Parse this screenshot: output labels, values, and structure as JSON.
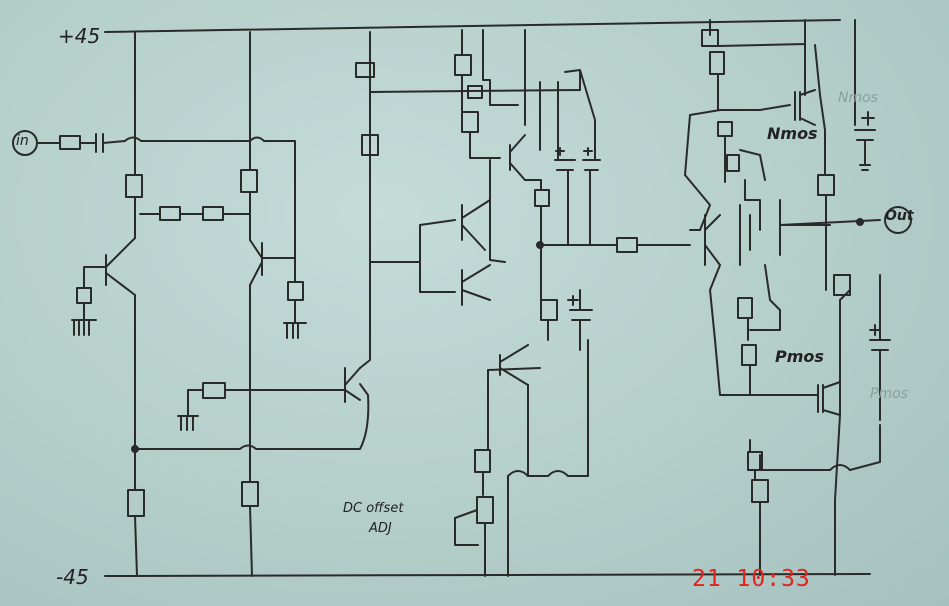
{
  "rails": {
    "positive": "+45",
    "negative": "-45"
  },
  "input_label": "in",
  "output_label": "Out",
  "nmos_label": "Nmos",
  "pmos_label": "Pmos",
  "nmos_ghost_text": "Nmos",
  "pmos_ghost_text": "Pmos",
  "dc_offset_label": "DC offset",
  "dc_adj_label": "ADJ",
  "timestamp": "21 10:33",
  "colors": {
    "ink": "#2a2a2a",
    "paper": "#b6d0cd",
    "timestamp": "#e8201a"
  }
}
